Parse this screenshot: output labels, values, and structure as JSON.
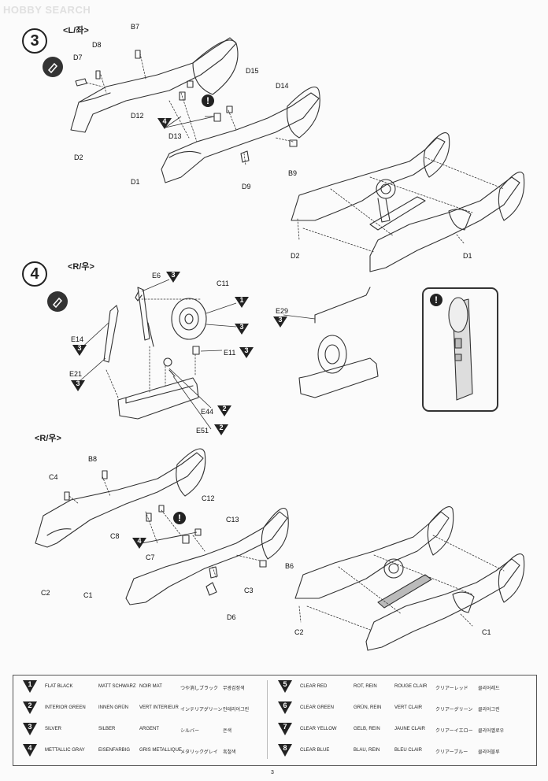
{
  "watermark": "HOBBY SEARCH",
  "steps": [
    {
      "number": "3",
      "side_label": "<L/좌>"
    },
    {
      "number": "4",
      "side_label": "<R/우>"
    }
  ],
  "subsection_label": "<R/우>",
  "parts": {
    "B7": "B7",
    "D7": "D7",
    "D8": "D8",
    "D15": "D15",
    "D14": "D14",
    "D12": "D12",
    "D13": "D13",
    "D2a": "D2",
    "D1a": "D1",
    "D9": "D9",
    "B9": "B9",
    "D2b": "D2",
    "D1b": "D1",
    "E6": "E6",
    "C11": "C11",
    "E14": "E14",
    "E21": "E21",
    "E11": "E11",
    "E44": "E44",
    "E51": "E51",
    "E29": "E29",
    "B8": "B8",
    "C4": "C4",
    "C12": "C12",
    "C8": "C8",
    "C13": "C13",
    "C7": "C7",
    "B6": "B6",
    "C3": "C3",
    "C2a": "C2",
    "C1a": "C1",
    "D6": "D6",
    "C2b": "C2",
    "C1b": "C1"
  },
  "color_badges": {
    "d12_badge": "4",
    "e6_badge": "3",
    "c11_badge1": "1",
    "c11_badge2": "3",
    "e14_badge": "3",
    "e21_badge": "3",
    "e11_badge": "3",
    "e44_badge": "2",
    "e51_badge": "2",
    "e29_badge": "3",
    "c8_badge": "4"
  },
  "notice_symbol": "!",
  "legend": [
    {
      "num": "1",
      "en": "FLAT BLACK",
      "de": "MATT SCHWARZ",
      "fr": "NOIR MAT",
      "jp": "つや消しブラック",
      "kr": "무광검정색"
    },
    {
      "num": "2",
      "en": "INTERIOR GREEN",
      "de": "INNEN GRÜN",
      "fr": "VERT INTERIEUR",
      "jp": "インテリアグリーン",
      "kr": "인테리어그린"
    },
    {
      "num": "3",
      "en": "SILVER",
      "de": "SILBER",
      "fr": "ARGENT",
      "jp": "シルバー",
      "kr": "은색"
    },
    {
      "num": "4",
      "en": "METTALLIC GRAY",
      "de": "EISENFARBIG",
      "fr": "GRIS METALLIQUE",
      "jp": "メタリックグレイ",
      "kr": "흑철색"
    },
    {
      "num": "5",
      "en": "CLEAR RED",
      "de": "ROT, REIN",
      "fr": "ROUGE CLAIR",
      "jp": "クリアーレッド",
      "kr": "클리어레드"
    },
    {
      "num": "6",
      "en": "CLEAR GREEN",
      "de": "GRÜN, REIN",
      "fr": "VERT CLAIR",
      "jp": "クリアーグリーン",
      "kr": "클리어그린"
    },
    {
      "num": "7",
      "en": "CLEAR YELLOW",
      "de": "GELB, REIN",
      "fr": "JAUNE CLAIR",
      "jp": "クリアーイエロー",
      "kr": "클리어옐로우"
    },
    {
      "num": "8",
      "en": "CLEAR BLUE",
      "de": "BLAU, REIN",
      "fr": "BLEU CLAIR",
      "jp": "クリアーブルー",
      "kr": "클리어블루"
    }
  ],
  "page_number": "3"
}
